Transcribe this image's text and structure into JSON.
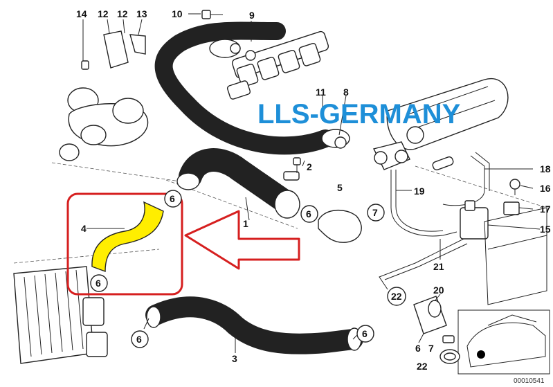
{
  "watermark": {
    "text": "LLS-GERMANY",
    "color": "#1e8fd8"
  },
  "highlight": {
    "fill": "#ffee00",
    "frame_color": "#d61f1f"
  },
  "diagram_number": "00010541",
  "callouts": {
    "c14": "14",
    "c12a": "12",
    "c12b": "12",
    "c13": "13",
    "c10": "10",
    "c9": "9",
    "c11": "11",
    "c8": "8",
    "c2": "2",
    "c18": "18",
    "c16": "16",
    "c17": "17",
    "c15": "15",
    "c5": "5",
    "c19": "19",
    "c7a": "7",
    "c6a": "6",
    "c6b": "6",
    "c6c": "6",
    "c6d": "6",
    "c6e": "6",
    "c4": "4",
    "c1": "1",
    "c21": "21",
    "c22a": "22",
    "c20": "20",
    "c3": "3",
    "c6f": "6",
    "c7b": "7",
    "c22b": "22"
  }
}
